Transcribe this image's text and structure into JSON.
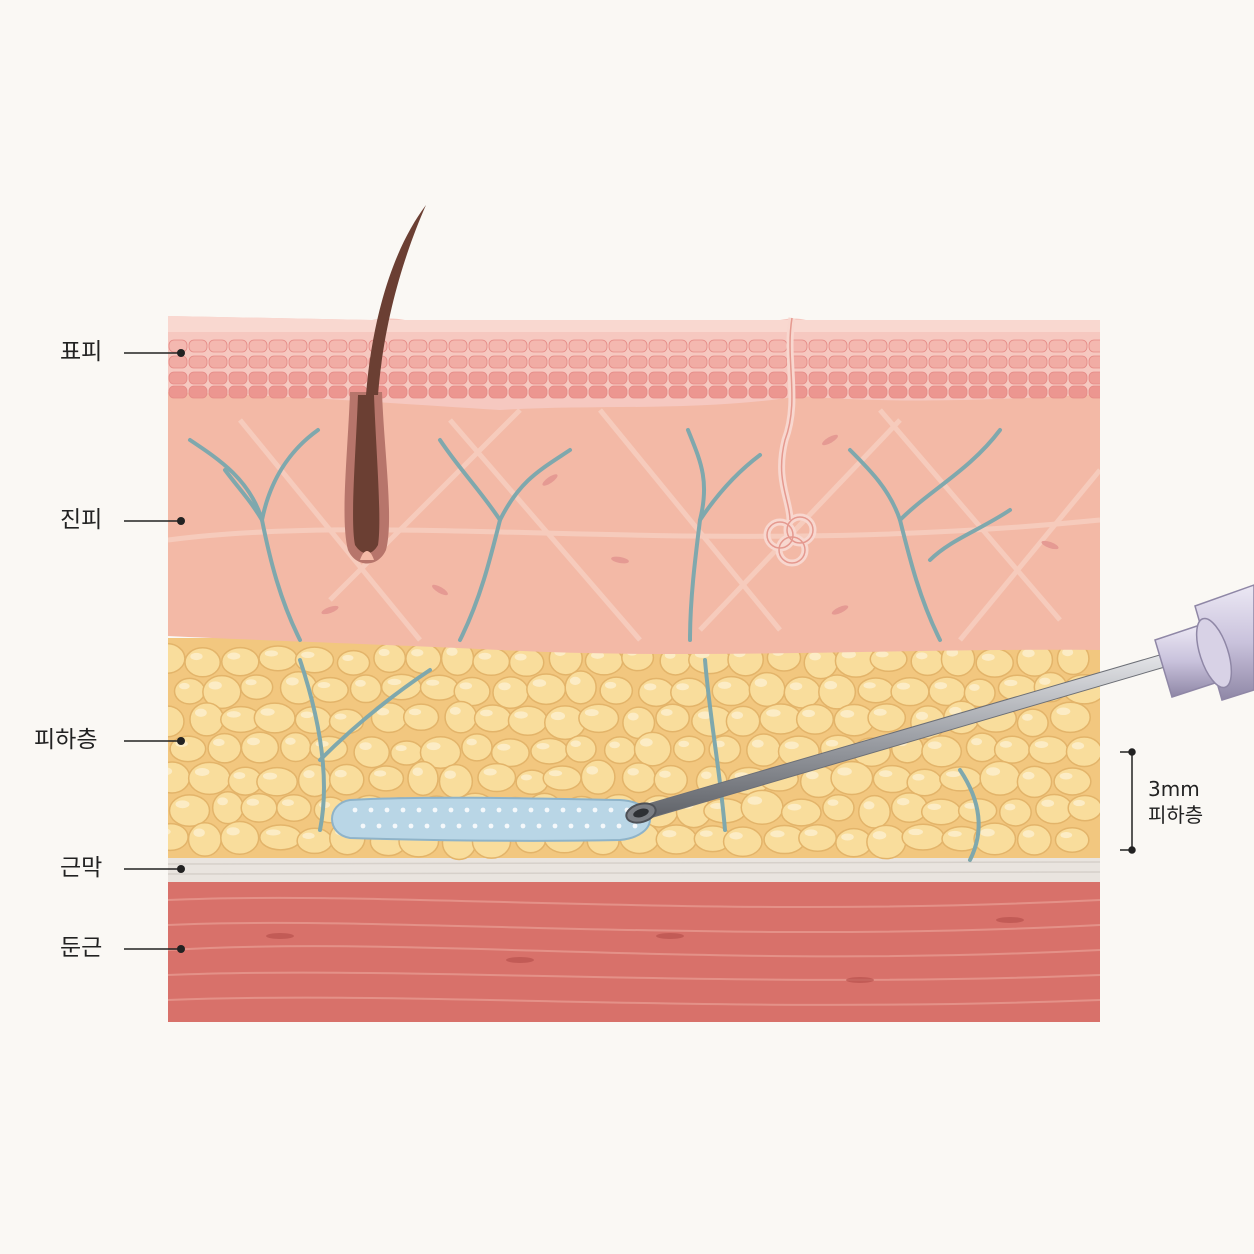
{
  "layers": [
    {
      "id": "epidermis",
      "label": "표피"
    },
    {
      "id": "dermis",
      "label": "진피"
    },
    {
      "id": "subcutis",
      "label": "피하층"
    },
    {
      "id": "fascia",
      "label": "근막"
    },
    {
      "id": "muscle",
      "label": "둔근"
    }
  ],
  "depth_note": {
    "value": "3mm",
    "layer": "피하층"
  },
  "colors": {
    "background": "#faf8f4",
    "epidermis": "#f6c8c0",
    "dermis": "#f3b9a6",
    "subcutis": "#f6d59a",
    "fat_cell": "#f9dd9c",
    "fascia": "#e9e4df",
    "muscle": "#d8716a",
    "vessel": "#7fa8ad",
    "hair": "#6b3f33",
    "injected_bolus": "#b9d6e6",
    "needle": "#9fa2a8",
    "syringe_hub": "#c9c2dc"
  },
  "icons": [
    "hair-follicle-icon",
    "sweat-gland-icon",
    "needle-icon",
    "syringe-icon"
  ]
}
